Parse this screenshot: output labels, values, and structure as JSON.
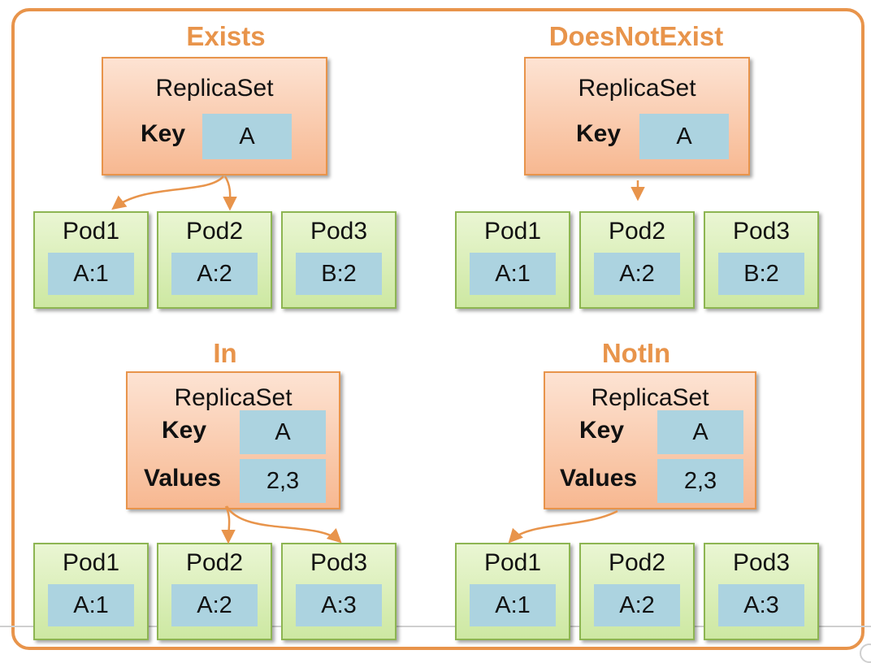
{
  "quadrants": [
    {
      "heading": "Exists",
      "replicaset": {
        "title": "ReplicaSet",
        "key_label": "Key",
        "key_value": "A"
      },
      "pods": [
        {
          "name": "Pod1",
          "label": "A:1"
        },
        {
          "name": "Pod2",
          "label": "A:2"
        },
        {
          "name": "Pod3",
          "label": "B:2"
        }
      ]
    },
    {
      "heading": "DoesNotExist",
      "replicaset": {
        "title": "ReplicaSet",
        "key_label": "Key",
        "key_value": "A"
      },
      "pods": [
        {
          "name": "Pod1",
          "label": "A:1"
        },
        {
          "name": "Pod2",
          "label": "A:2"
        },
        {
          "name": "Pod3",
          "label": "B:2"
        }
      ]
    },
    {
      "heading": "In",
      "replicaset": {
        "title": "ReplicaSet",
        "key_label": "Key",
        "key_value": "A",
        "values_label": "Values",
        "values_value": "2,3"
      },
      "pods": [
        {
          "name": "Pod1",
          "label": "A:1"
        },
        {
          "name": "Pod2",
          "label": "A:2"
        },
        {
          "name": "Pod3",
          "label": "A:3"
        }
      ]
    },
    {
      "heading": "NotIn",
      "replicaset": {
        "title": "ReplicaSet",
        "key_label": "Key",
        "key_value": "A",
        "values_label": "Values",
        "values_value": "2,3"
      },
      "pods": [
        {
          "name": "Pod1",
          "label": "A:1"
        },
        {
          "name": "Pod2",
          "label": "A:2"
        },
        {
          "name": "Pod3",
          "label": "A:3"
        }
      ]
    }
  ],
  "colors": {
    "accent": "#e8944b",
    "replicaset_fill": "#f7b891",
    "pod_fill": "#cde8a2",
    "pod_border": "#8db552",
    "value_fill": "#acd3e0"
  }
}
